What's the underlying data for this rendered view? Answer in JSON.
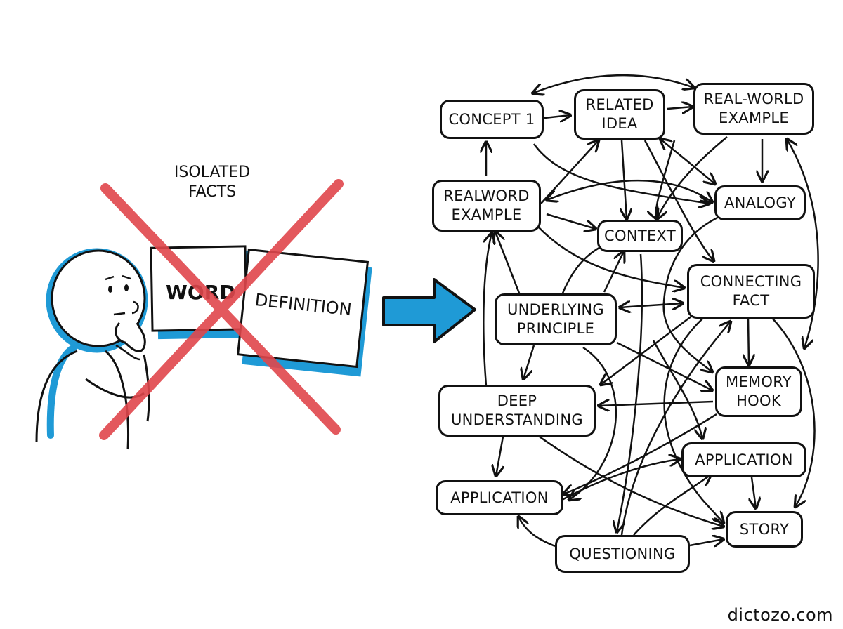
{
  "left": {
    "caption": "ISOLATED\nFACTS",
    "word_card": "WORD",
    "definition_card": "DEFINITION"
  },
  "nodes": {
    "concept_1": "CONCEPT 1",
    "related_idea": "RELATED\nIDEA",
    "real_world_example": "REAL-WORLD\nEXAMPLE",
    "realword_example": "REALWORD\nEXAMPLE",
    "analogy": "ANALOGY",
    "context": "CONTEXT",
    "connecting_fact": "CONNECTING\nFACT",
    "underlying_principle": "UNDERLYING\nPRINCIPLE",
    "memory_hook": "MEMORY\nHOOK",
    "deep_understanding": "DEEP\nUNDERSTANDING",
    "application_right": "APPLICATION",
    "application_left": "APPLICATION",
    "story": "STORY",
    "questioning": "QUESTIONING"
  },
  "footer": {
    "site": "dictozo.com"
  },
  "colors": {
    "accent_blue": "#1f9ad6",
    "cross_red": "#e0474c",
    "ink": "#111111"
  },
  "icons": {
    "arrow": "big-right-arrow-icon",
    "person": "thinking-person-icon"
  }
}
